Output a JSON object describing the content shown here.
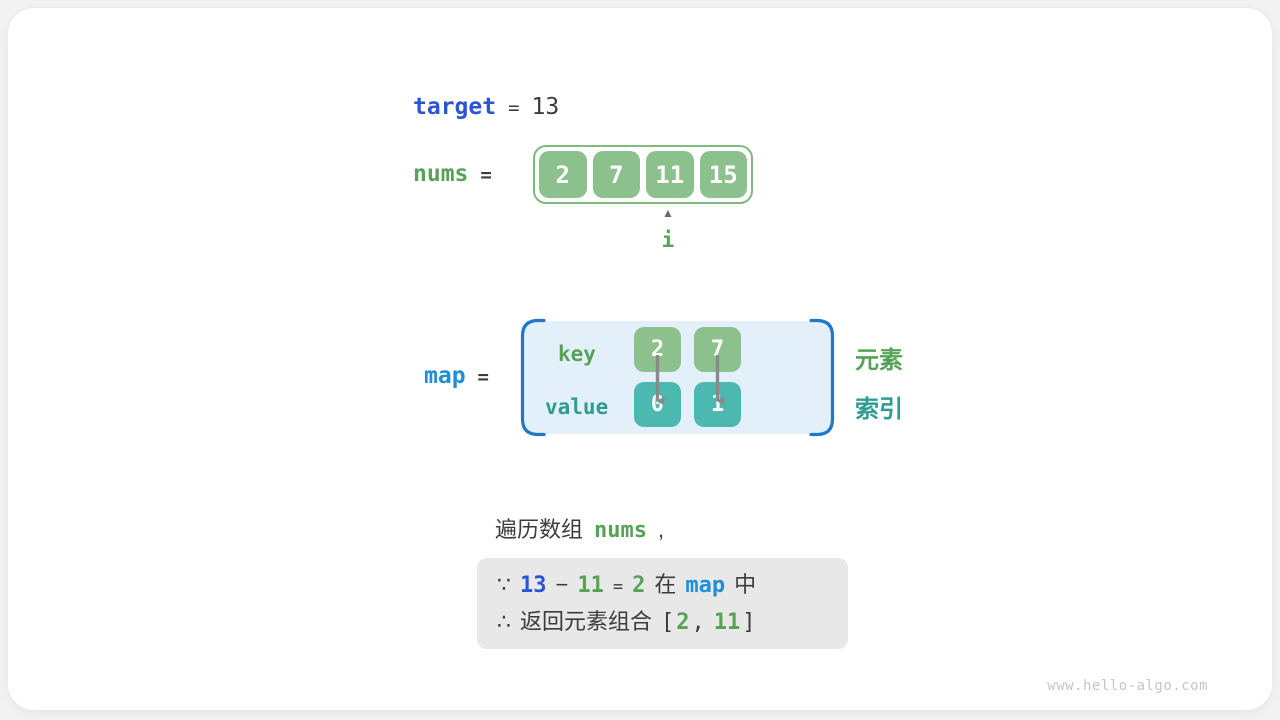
{
  "colors": {
    "array_green": "#8cc08c",
    "teal_box": "#4cb9b0",
    "green_text": "#56a356",
    "teal_text": "#2e9c93",
    "royal_blue": "#2b55d6",
    "azure_blue": "#1e8fd6",
    "map_fill": "#e4f0f9",
    "map_bracket": "#2277c8",
    "note_bg": "#e8e8e8"
  },
  "target_row": {
    "keyword": "target",
    "equals": "=",
    "value": "13"
  },
  "nums_row": {
    "keyword": "nums",
    "equals": "=",
    "cells": [
      "2",
      "7",
      "11",
      "15"
    ],
    "pointer": {
      "icon": "▲",
      "label": "i"
    }
  },
  "map_row": {
    "keyword": "map",
    "equals": "=",
    "key_label": "key",
    "value_label": "value",
    "keys": [
      "2",
      "7"
    ],
    "values": [
      "0",
      "1"
    ],
    "legend": {
      "element": "元素",
      "index": "索引"
    }
  },
  "caption": {
    "text": "遍历数组",
    "code": "nums",
    "comma": ","
  },
  "note": {
    "because": "∵",
    "minuend": "13",
    "minus": "−",
    "subtrahend": "11",
    "equals": "=",
    "difference": "2",
    "in_prefix": "在",
    "map_keyword": "map",
    "in_suffix": "中",
    "therefore": "∴",
    "conclusion": "返回元素组合",
    "bracket_open": "[",
    "first": "2",
    "comma": ",",
    "second": "11",
    "bracket_close": "]"
  },
  "watermark": "www.hello-algo.com"
}
